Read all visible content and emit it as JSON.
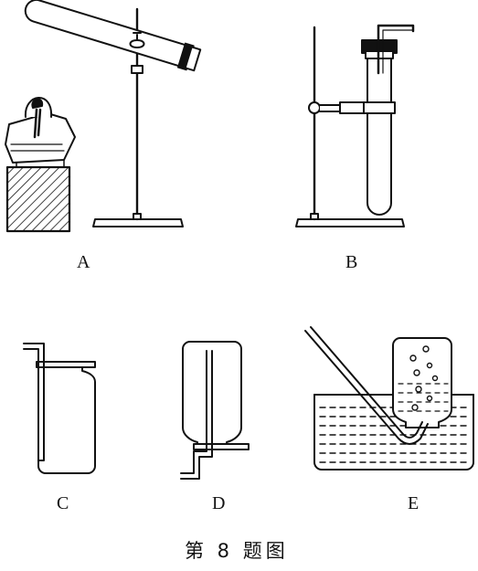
{
  "figure": {
    "labels": {
      "a": "A",
      "b": "B",
      "c": "C",
      "d": "D",
      "e": "E"
    },
    "caption": "第 8 题图"
  },
  "colors": {
    "ink": "#111111",
    "paper": "#ffffff"
  }
}
